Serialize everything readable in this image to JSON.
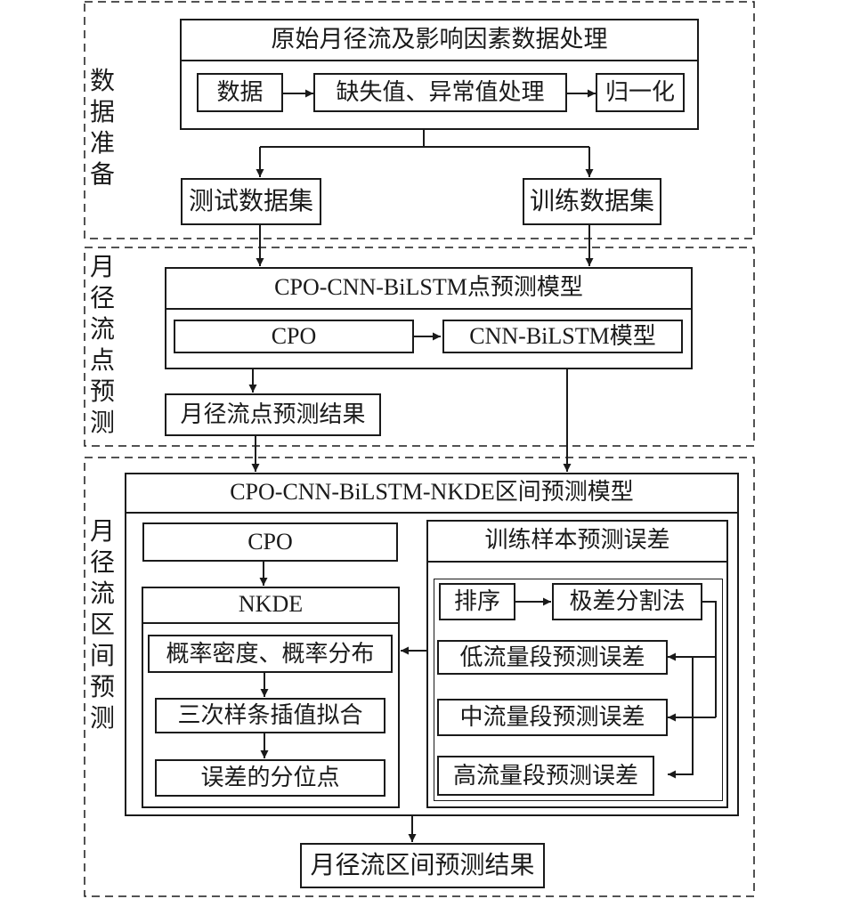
{
  "stages": {
    "prep": "数据准备",
    "point": "月径流点预测",
    "interval": "月径流区间预测"
  },
  "prep": {
    "title": "原始月径流及影响因素数据处理",
    "data": "数据",
    "missing": "缺失值、异常值处理",
    "normalize": "归一化",
    "test_set": "测试数据集",
    "train_set": "训练数据集"
  },
  "point": {
    "title": "CPO-CNN-BiLSTM点预测模型",
    "cpo": "CPO",
    "cnn": "CNN-BiLSTM模型",
    "result": "月径流点预测结果"
  },
  "interval": {
    "title": "CPO-CNN-BiLSTM-NKDE区间预测模型",
    "cpo": "CPO",
    "nkde": "NKDE",
    "density": "概率密度、概率分布",
    "spline": "三次样条插值拟合",
    "quantile": "误差的分位点",
    "train_error": "训练样本预测误差",
    "sort": "排序",
    "range_split": "极差分割法",
    "low": "低流量段预测误差",
    "mid": "中流量段预测误差",
    "high": "高流量段预测误差",
    "result": "月径流区间预测结果"
  }
}
